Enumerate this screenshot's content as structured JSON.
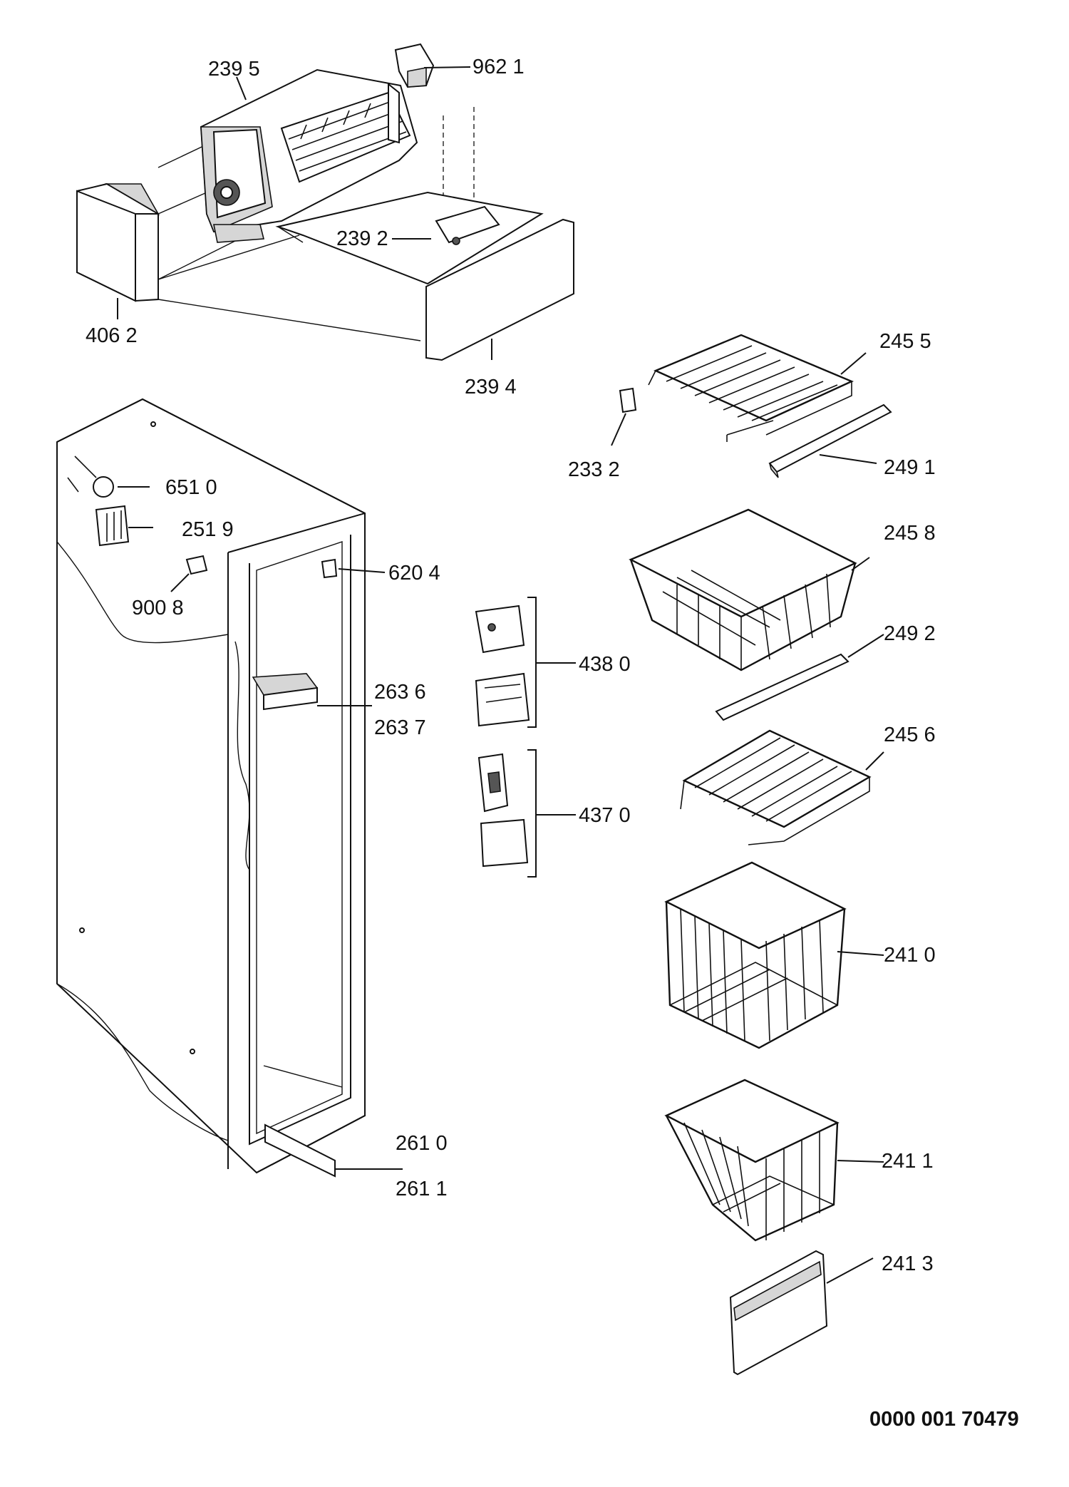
{
  "labels": {
    "p2395": "239 5",
    "p9621": "962 1",
    "p2392": "239 2",
    "p4062": "406 2",
    "p2394": "239 4",
    "p2455": "245 5",
    "p2332": "233 2",
    "p2491": "249 1",
    "p6510": "651 0",
    "p2519": "251 9",
    "p9008": "900 8",
    "p6204": "620 4",
    "p2458": "245 8",
    "p2492": "249 2",
    "p4380": "438 0",
    "p2636": "263 6",
    "p2637": "263 7",
    "p2456": "245 6",
    "p4370": "437 0",
    "p2410": "241 0",
    "p2610": "261 0",
    "p2611": "261 1",
    "p2411": "241 1",
    "p2413": "241 3"
  },
  "document_code": "0000 001 70479"
}
